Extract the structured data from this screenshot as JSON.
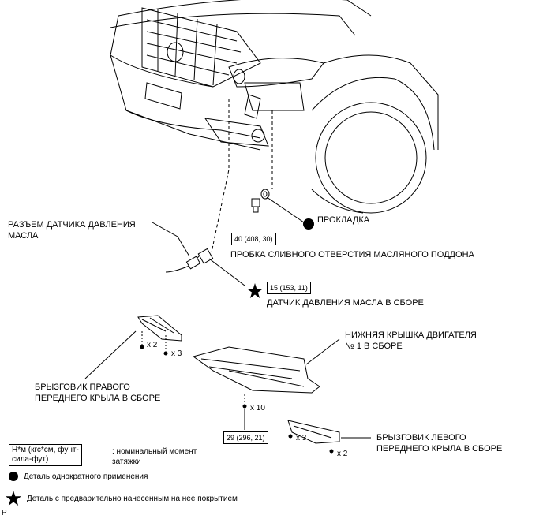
{
  "labels": {
    "oil_pressure_connector": "РАЗЪЕМ ДАТЧИКА ДАВЛЕНИЯ\nМАСЛА",
    "gasket": "ПРОКЛАДКА",
    "drain_plug": "ПРОБКА СЛИВНОГО ОТВЕРСТИЯ МАСЛЯНОГО ПОДДОНА",
    "oil_pressure_sensor": "ДАТЧИК ДАВЛЕНИЯ МАСЛА В СБОРЕ",
    "engine_under_cover": "НИЖНЯЯ КРЫШКА ДВИГАТЕЛЯ\n№ 1 В СБОРЕ",
    "right_mudguard": "БРЫЗГОВИК ПРАВОГО\nПЕРЕДНЕГО КРЫЛА В СБОРЕ",
    "left_mudguard": "БРЫЗГОВИК ЛЕВОГО\nПЕРЕДНЕГО КРЫЛА В СБОРЕ"
  },
  "torques": {
    "drain_plug": "40 (408, 30)",
    "sensor": "15 (153, 11)",
    "under_cover": "29 (296, 21)"
  },
  "quantities": {
    "right_x2": "x 2",
    "right_x3": "x 3",
    "cover_x10": "x 10",
    "left_x3": "x 3",
    "left_x2": "x 2"
  },
  "legend": {
    "torque_units": "Н*м (кгс*см, фунт-\nсила-фут)",
    "torque_desc": ": номинальный момент\nзатяжки",
    "non_reusable": "Деталь однократного применения",
    "precoated": "Деталь с предварительно нанесенным на нее покрытием"
  },
  "figure_ref": "P"
}
